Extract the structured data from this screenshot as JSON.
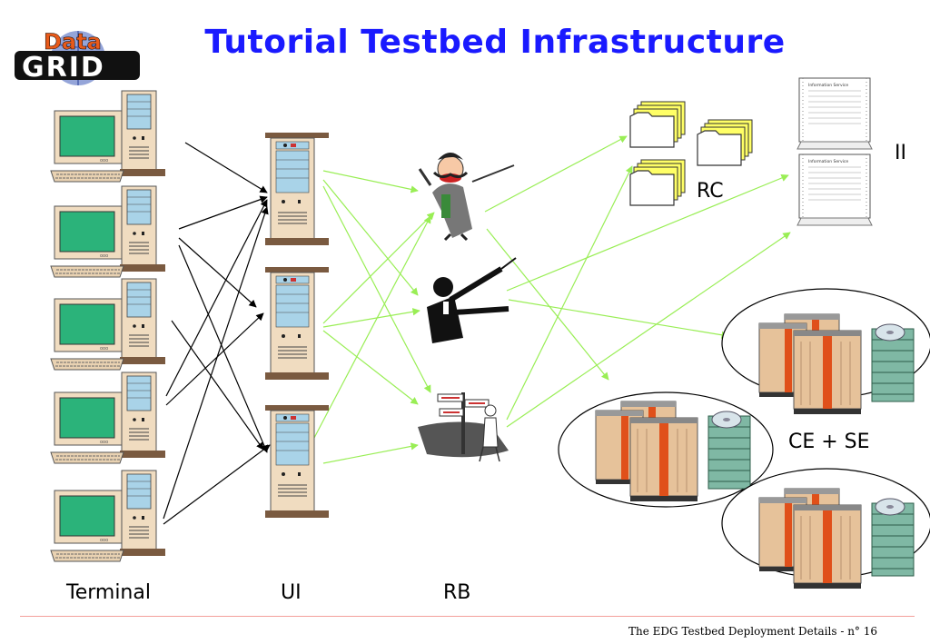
{
  "logo": {
    "top": "Data",
    "bottom": "GRID"
  },
  "title": "Tutorial Testbed Infrastructure",
  "labels": {
    "terminal": "Terminal",
    "ui": "UI",
    "rb": "RB",
    "rc": "RC",
    "ii": "II",
    "ce_se": "CE + SE"
  },
  "footer": "The EDG Testbed Deployment Details - n° 16",
  "colors": {
    "title": "#1a1aff",
    "connector_black": "#000000",
    "connector_green": "#99ee55",
    "footer_rule": "#f3a09a"
  }
}
